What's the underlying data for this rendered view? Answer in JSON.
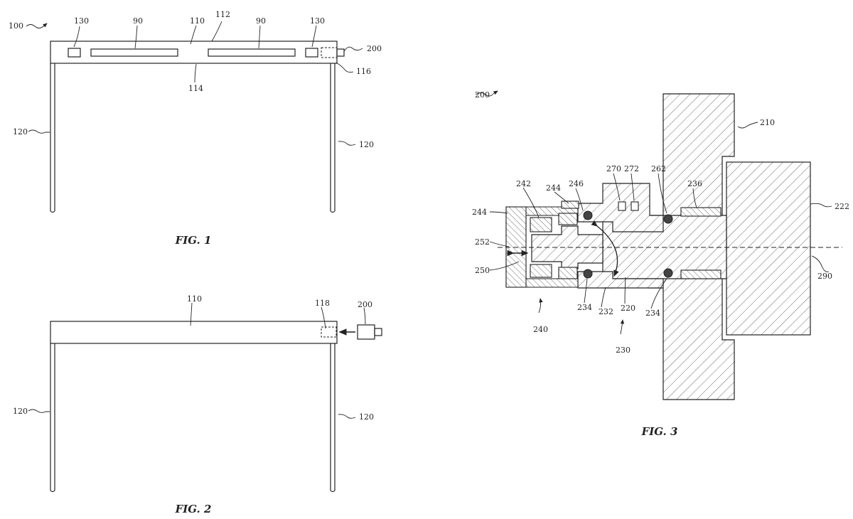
{
  "figures": [
    {
      "caption": "FIG. 1",
      "labels": {
        "ref_100": "100",
        "ref_110": "110",
        "ref_112": "112",
        "ref_114": "114",
        "ref_116": "116",
        "ref_120_left": "120",
        "ref_120_right": "120",
        "ref_130_left": "130",
        "ref_130_right": "130",
        "ref_90_left": "90",
        "ref_90_right": "90",
        "ref_200": "200"
      }
    },
    {
      "caption": "FIG. 2",
      "labels": {
        "ref_110": "110",
        "ref_118": "118",
        "ref_200": "200",
        "ref_120_left": "120",
        "ref_120_right": "120"
      }
    },
    {
      "caption": "FIG. 3",
      "labels": {
        "ref_200": "200",
        "ref_210": "210",
        "ref_222": "222",
        "ref_290": "290",
        "ref_270": "270",
        "ref_272": "272",
        "ref_262": "262",
        "ref_236": "236",
        "ref_246": "246",
        "ref_244_top": "244",
        "ref_244_left": "244",
        "ref_242": "242",
        "ref_252": "252",
        "ref_250": "250",
        "ref_240": "240",
        "ref_234_left": "234",
        "ref_232": "232",
        "ref_220": "220",
        "ref_234_right": "234",
        "ref_230": "230"
      }
    }
  ]
}
